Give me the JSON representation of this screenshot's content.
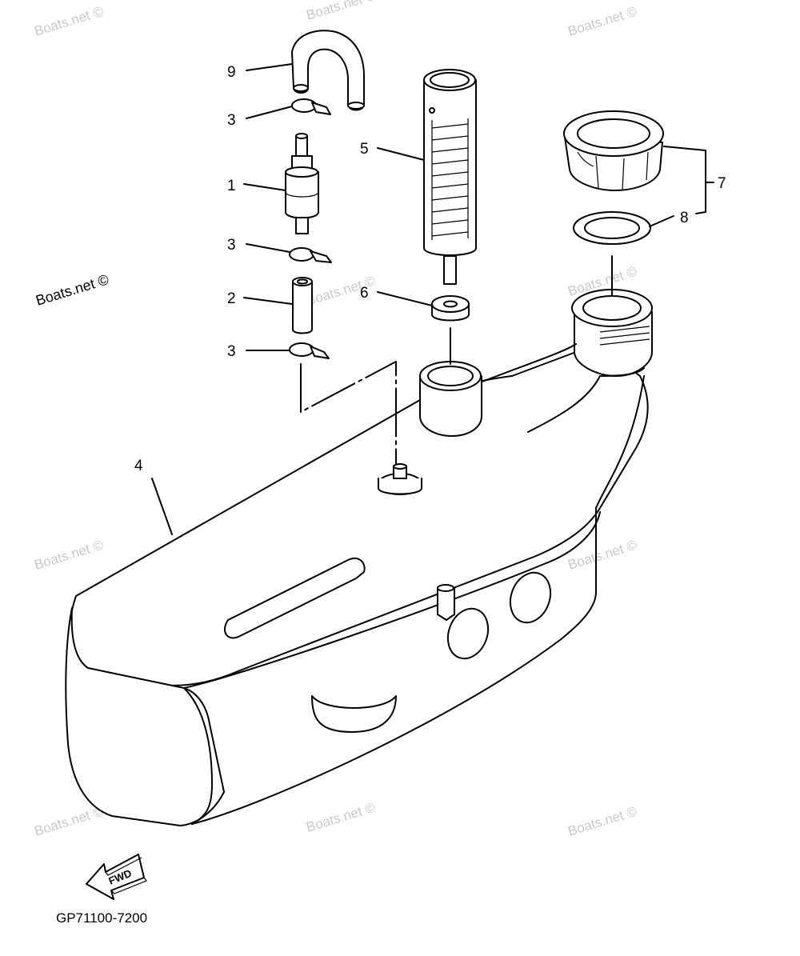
{
  "diagram": {
    "callouts": [
      {
        "id": "c9",
        "label": "9"
      },
      {
        "id": "c3a",
        "label": "3"
      },
      {
        "id": "c1",
        "label": "1"
      },
      {
        "id": "c3b",
        "label": "3"
      },
      {
        "id": "c2",
        "label": "2"
      },
      {
        "id": "c3c",
        "label": "3"
      },
      {
        "id": "c5",
        "label": "5"
      },
      {
        "id": "c6",
        "label": "6"
      },
      {
        "id": "c7",
        "label": "7"
      },
      {
        "id": "c8",
        "label": "8"
      },
      {
        "id": "c4",
        "label": "4"
      }
    ],
    "watermark": "Boats.net ©",
    "fwd_label": "FWD",
    "drawing_code": "GP71100-7200"
  }
}
